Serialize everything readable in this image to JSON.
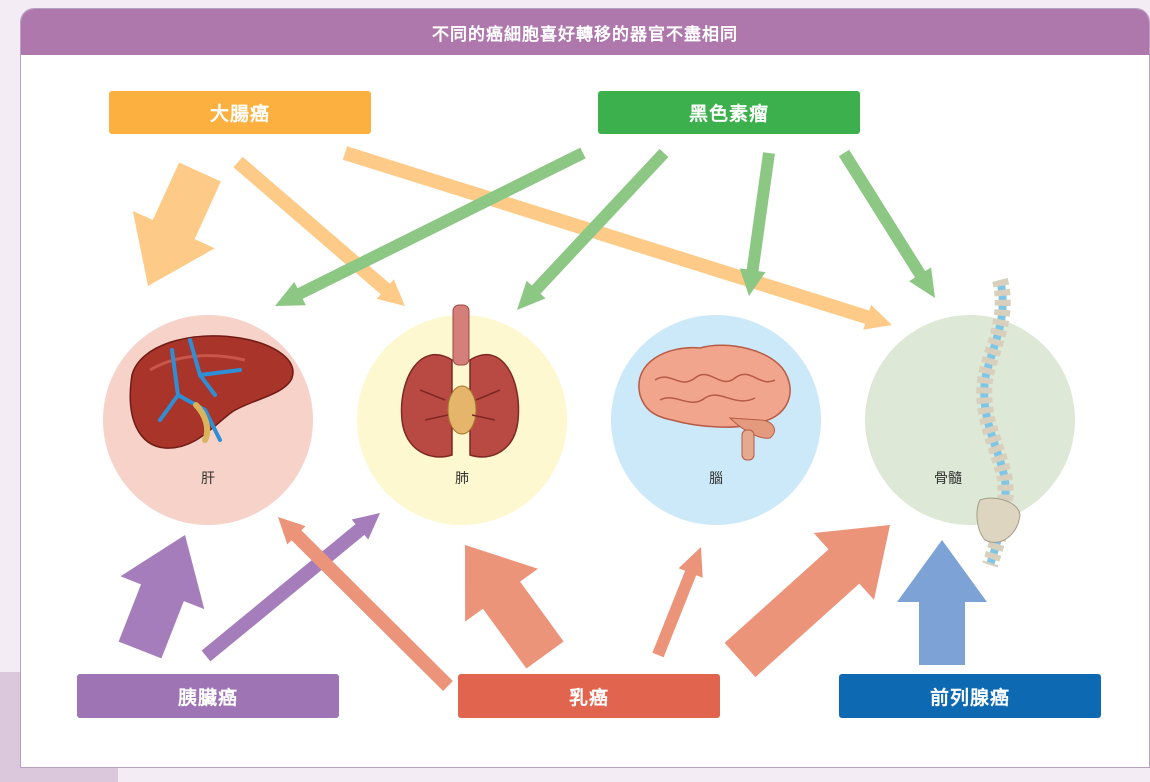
{
  "title": "不同的癌細胞喜好轉移的器官不盡相同",
  "cancers": {
    "colorectal": {
      "label": "大腸癌",
      "color": "#fbb040"
    },
    "melanoma": {
      "label": "黑色素瘤",
      "color": "#3cb04c"
    },
    "pancreatic": {
      "label": "胰臟癌",
      "color": "#9e74b5"
    },
    "breast": {
      "label": "乳癌",
      "color": "#e0644e"
    },
    "prostate": {
      "label": "前列腺癌",
      "color": "#0e69b3"
    }
  },
  "organs": {
    "liver": {
      "label": "肝",
      "color": "#f6d2c8"
    },
    "lung": {
      "label": "肺",
      "color": "#fdf8cf"
    },
    "brain": {
      "label": "腦",
      "color": "#cce9f9"
    },
    "bone_marrow": {
      "label": "骨髓",
      "color": "#dde8d6"
    }
  },
  "arrow_colors": {
    "colorectal": "#fdcb87",
    "melanoma": "#8cc784",
    "pancreatic": "#a57dbb",
    "breast": "#ec9479",
    "prostate": "#7da2d5"
  },
  "metastasis_links": [
    {
      "from": "大腸癌",
      "to": "肝"
    },
    {
      "from": "大腸癌",
      "to": "肺"
    },
    {
      "from": "大腸癌",
      "to": "骨髓"
    },
    {
      "from": "黑色素瘤",
      "to": "肝"
    },
    {
      "from": "黑色素瘤",
      "to": "肺"
    },
    {
      "from": "黑色素瘤",
      "to": "腦"
    },
    {
      "from": "黑色素瘤",
      "to": "骨髓"
    },
    {
      "from": "胰臟癌",
      "to": "肝"
    },
    {
      "from": "胰臟癌",
      "to": "肺"
    },
    {
      "from": "乳癌",
      "to": "肝"
    },
    {
      "from": "乳癌",
      "to": "肺"
    },
    {
      "from": "乳癌",
      "to": "腦"
    },
    {
      "from": "乳癌",
      "to": "骨髓"
    },
    {
      "from": "前列腺癌",
      "to": "骨髓"
    }
  ]
}
